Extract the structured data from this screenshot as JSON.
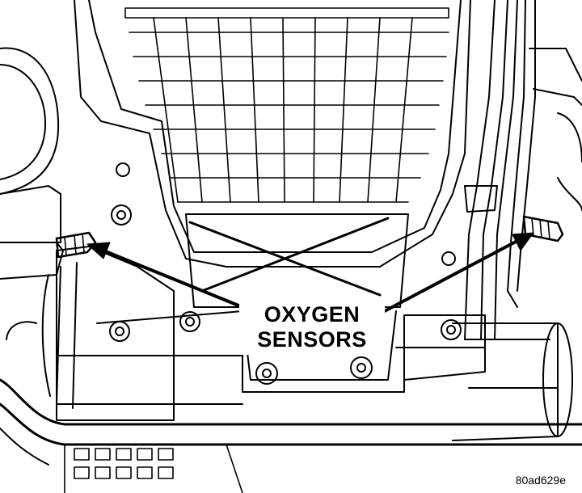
{
  "callout": {
    "line1": "OXYGEN",
    "line2": "SENSORS"
  },
  "figure_id": "80ad629e",
  "colors": {
    "ink": "#000000",
    "paper": "#ffffff"
  }
}
